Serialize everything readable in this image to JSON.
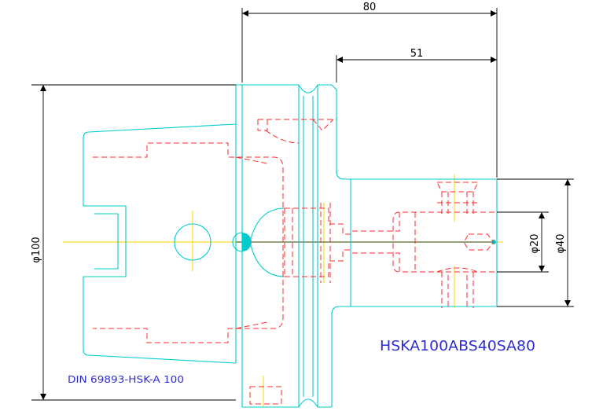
{
  "dimensions": {
    "length_total": "80",
    "length_body": "51",
    "diameter_flange": "φ100",
    "diameter_bore": "φ20",
    "diameter_shank": "φ40"
  },
  "labels": {
    "standard": "DIN 69893-HSK-A 100",
    "part_number": "HSKA100ABS40SA80"
  },
  "colors": {
    "background": "#ffffff",
    "outline": "#00cccc",
    "hidden_lines": "#ff2a2a",
    "center_lines": "#ffd400",
    "dimensions": "#000000",
    "text_blue": "#2d2dd8"
  }
}
